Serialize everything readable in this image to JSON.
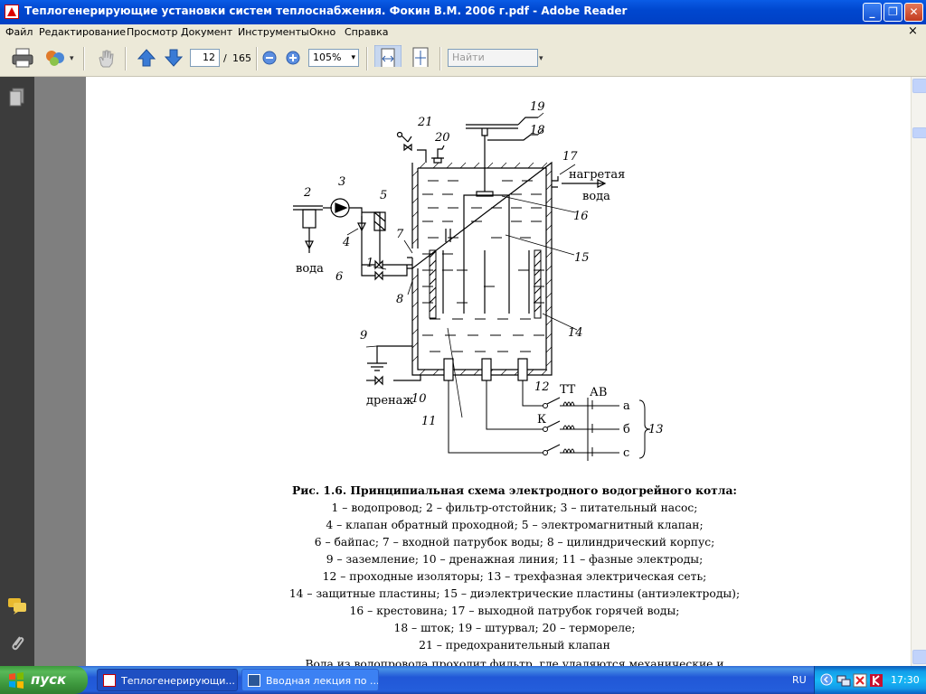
{
  "window": {
    "title": "Теплогенерирующие установки систем теплоснабжения. Фокин В.М. 2006 г.pdf - Adobe Reader",
    "minimize_glyph": "_",
    "maximize_glyph": "❐",
    "close_glyph": "✕"
  },
  "menu": {
    "items": [
      "Файл",
      "Редактирование",
      "Просмотр",
      "Документ",
      "Инструменты",
      "Окно",
      "Справка"
    ],
    "close_glyph": "×"
  },
  "toolbar": {
    "page_current": "12",
    "page_separator": "/",
    "page_total": "165",
    "zoom": "105%",
    "find_placeholder": "Найти",
    "dropdown_glyph": "▾"
  },
  "diagram": {
    "numbers": [
      "1",
      "2",
      "3",
      "4",
      "5",
      "6",
      "7",
      "8",
      "9",
      "10",
      "11",
      "12",
      "13",
      "14",
      "15",
      "16",
      "17",
      "18",
      "19",
      "20",
      "21"
    ],
    "labels": {
      "voda": "вода",
      "hot_water_1": "нагретая",
      "hot_water_2": "вода",
      "drain": "дренаж",
      "tt": "ТТ",
      "av": "АВ",
      "k": "К",
      "phase_a": "а",
      "phase_b": "б",
      "phase_c": "с"
    }
  },
  "caption": {
    "title": "Рис. 1.6. Принципиальная схема электродного водогрейного котла:",
    "lines": [
      "1 – водопровод; 2 – фильтр-отстойник; 3 – питательный насос;",
      "4 – клапан обратный проходной; 5 – электромагнитный клапан;",
      "6 – байпас; 7 – входной патрубок воды; 8 – цилиндрический корпус;",
      "9 – заземление; 10 – дренажная линия; 11 – фазные электроды;",
      "12 – проходные изоляторы; 13 – трехфазная электрическая сеть;",
      "14 – защитные пластины; 15 – диэлектрические пластины (антиэлектроды);",
      "16 – крестовина; 17 – выходной патрубок горячей воды;",
      "18 – шток; 19 – штурвал; 20 – термореле;",
      "21 – предохранительный клапан"
    ],
    "body_text": "Вода из водопровода проходит фильтр, где удаляются механические и"
  },
  "taskbar": {
    "start_label": "пуск",
    "items": [
      "Теплогенерирующи...",
      "Вводная лекция по ..."
    ],
    "language": "RU",
    "clock": "17:30"
  },
  "colors": {
    "title_blue": "#0047cf",
    "chrome": "#ece9d8",
    "start_green": "#3b943b",
    "tray_blue": "#139be9"
  }
}
